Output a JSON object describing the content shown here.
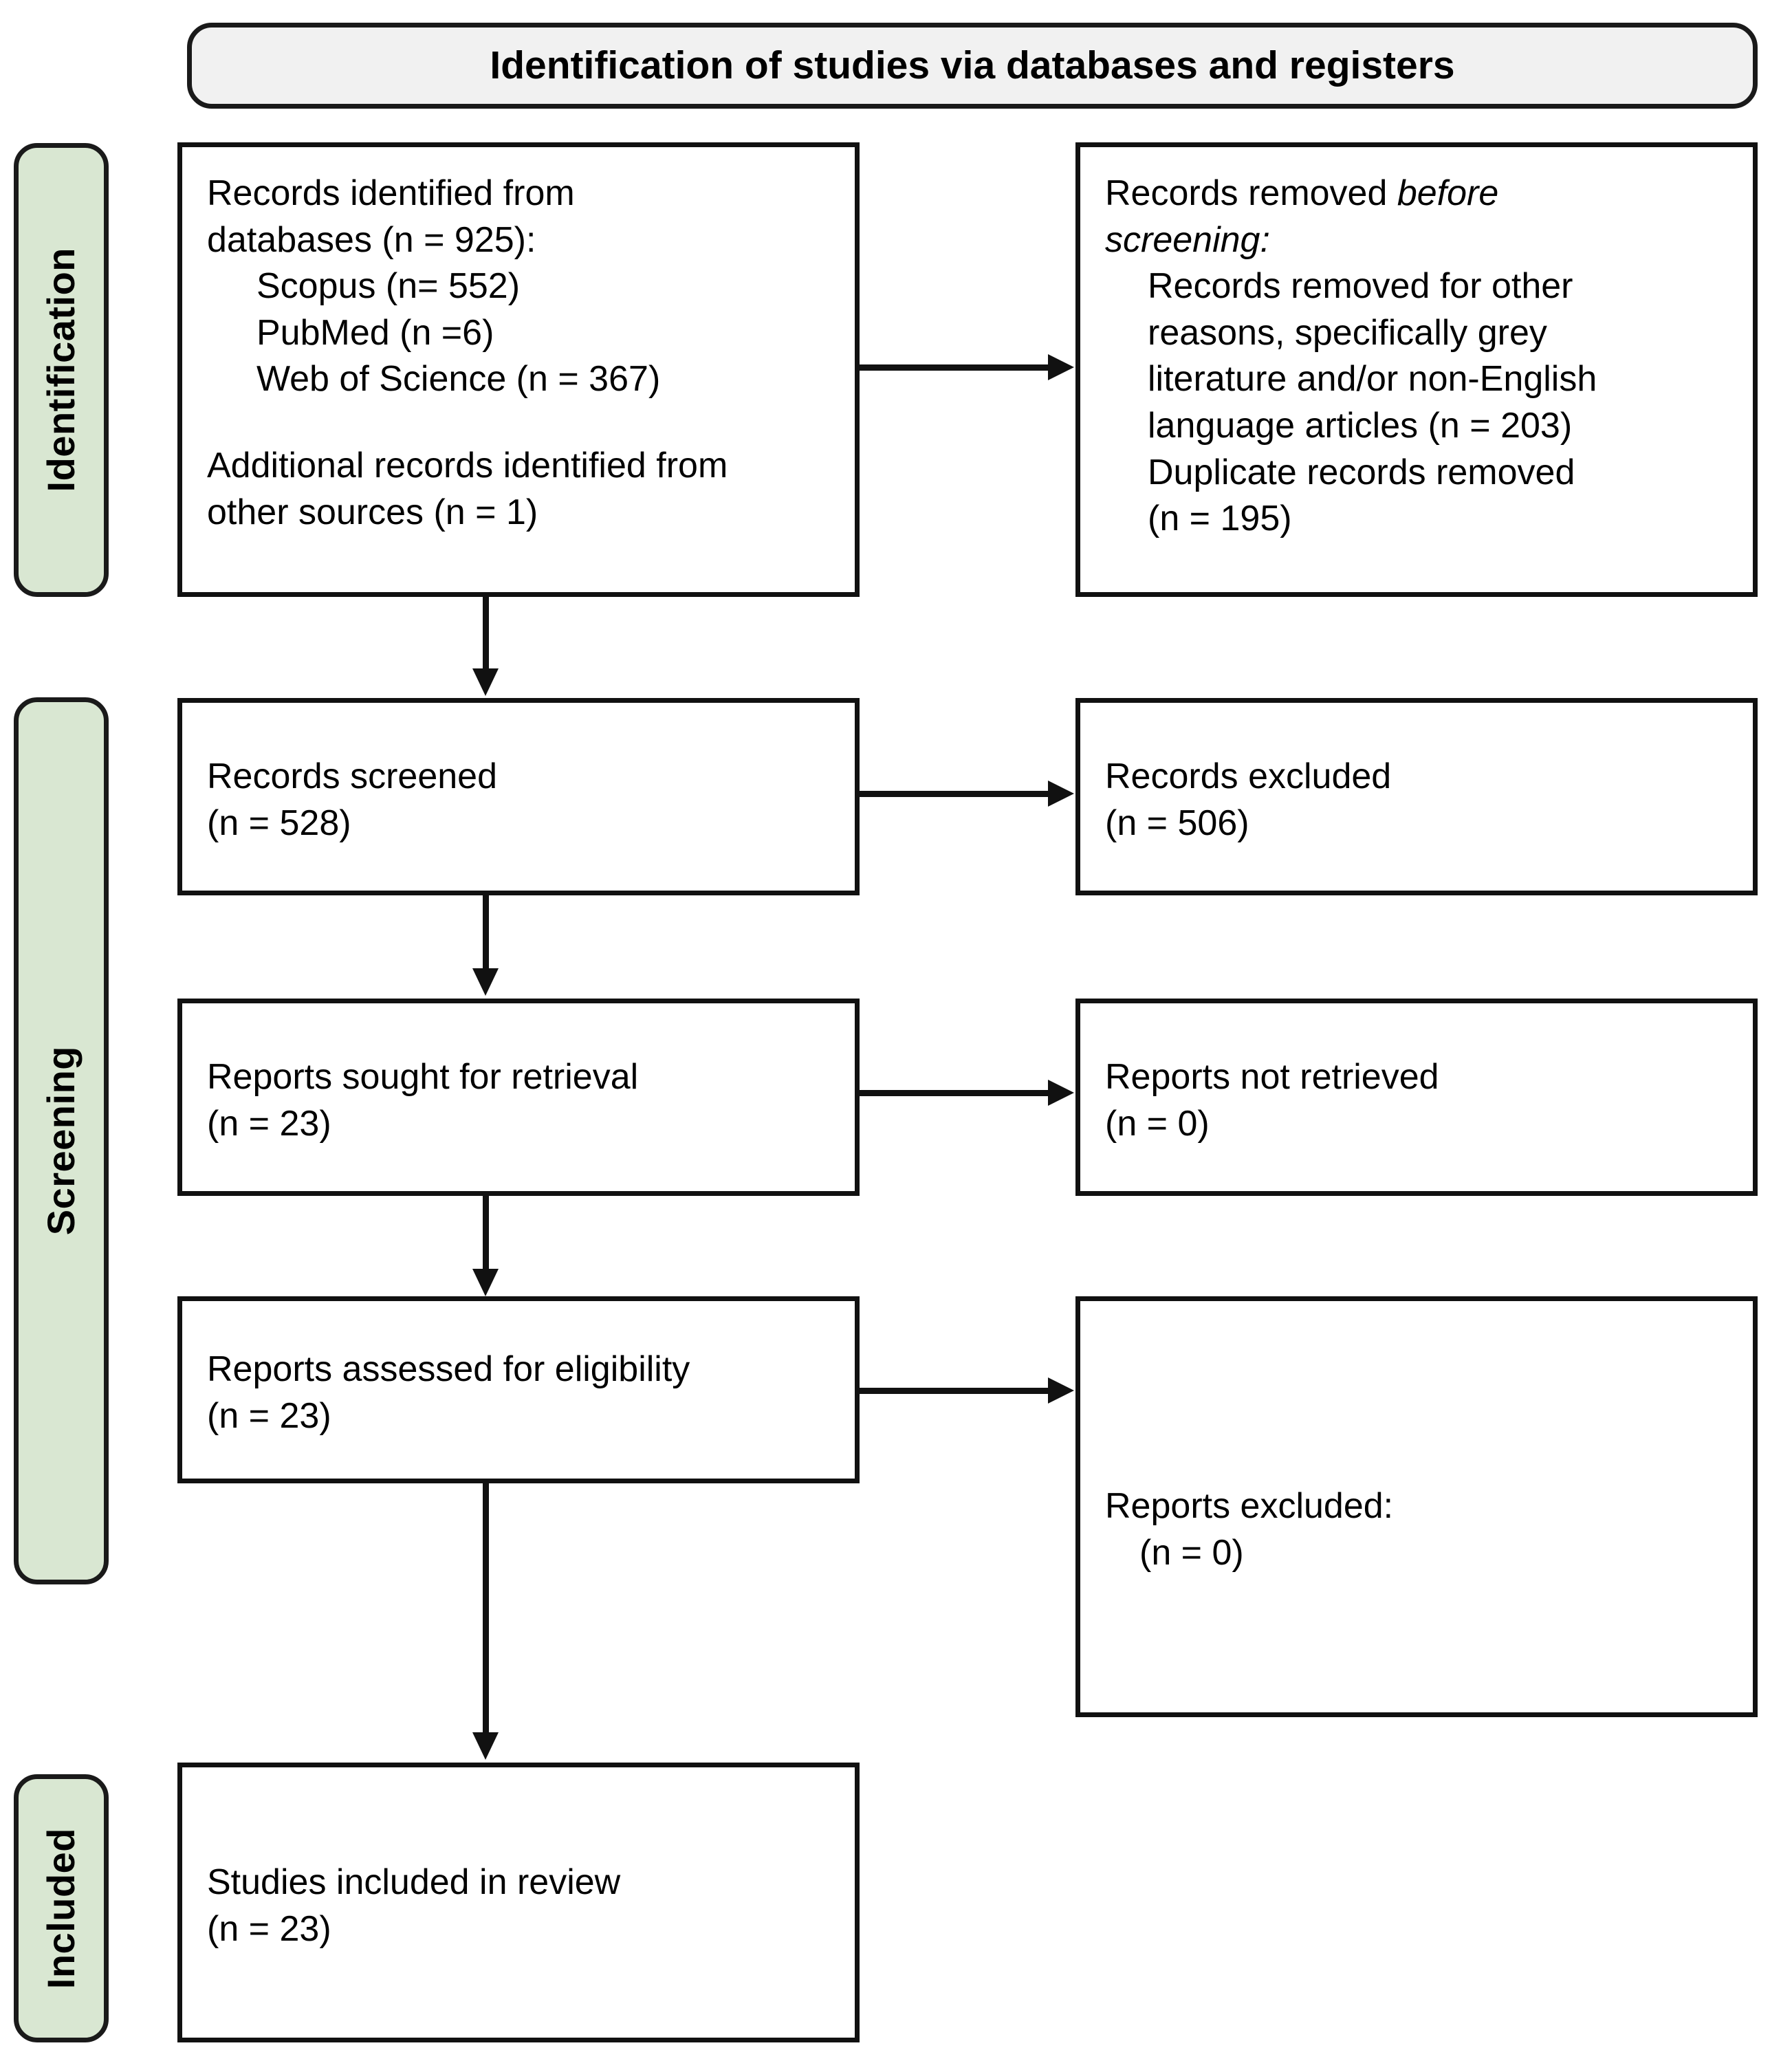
{
  "banner": {
    "title": "Identification of studies via databases and registers"
  },
  "phases": [
    {
      "label": "Identification"
    },
    {
      "label": "Screening"
    },
    {
      "label": "Included"
    }
  ],
  "boxes": {
    "identified": {
      "line1": "Records identified from",
      "line2": "databases (n = 925):",
      "line3": "Scopus (n= 552)",
      "line4": "PubMed (n =6)",
      "line5": "Web of Science (n = 367)",
      "line6": "Additional records identified from",
      "line7": "other sources (n = 1)"
    },
    "removed_before_screening": {
      "line1_a": "Records removed ",
      "line1_b": "before",
      "line2": "screening:",
      "line3": "Records removed for other",
      "line4": "reasons, specifically grey",
      "line5": "literature and/or non-English",
      "line6": "language articles (n = 203)",
      "line7": "Duplicate records removed",
      "line8": "(n = 195)"
    },
    "screened": {
      "line1": "Records screened",
      "line2": "(n = 528)"
    },
    "excluded": {
      "line1": "Records excluded",
      "line2": "(n = 506)"
    },
    "sought": {
      "line1": "Reports sought for retrieval",
      "line2": "(n = 23)"
    },
    "not_retrieved": {
      "line1": "Reports not retrieved",
      "line2": "(n = 0)"
    },
    "assessed": {
      "line1": "Reports assessed for eligibility",
      "line2": "(n = 23)"
    },
    "reports_excluded": {
      "line1": "Reports excluded:",
      "line2": "(n = 0)"
    },
    "included": {
      "line1": "Studies included in review",
      "line2": "(n = 23)"
    }
  },
  "colors": {
    "phase_fill": "#d9e7d2",
    "banner_fill": "#f1f1f1",
    "stroke": "#111111",
    "page_background": "#ffffff"
  }
}
